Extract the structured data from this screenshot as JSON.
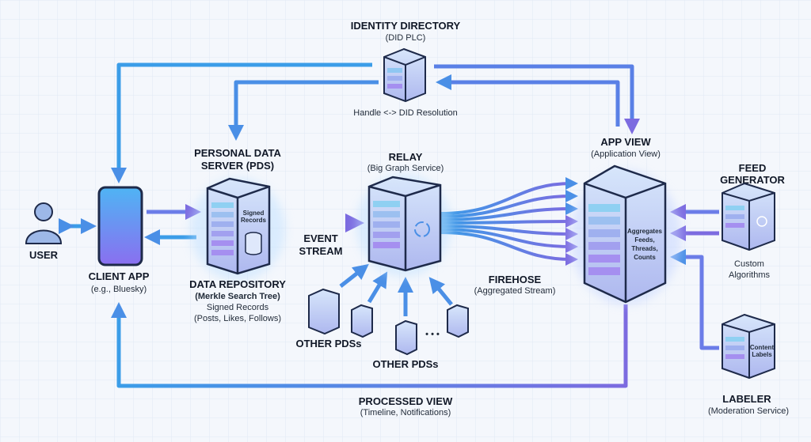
{
  "colors": {
    "blue": "#3b9de8",
    "purple": "#7c6be0",
    "server_fill": "#c7d6f5",
    "outline": "#1e2a4a",
    "grid": "#e1e8f4"
  },
  "identity": {
    "title": "IDENTITY DIRECTORY",
    "subtitle": "(DID PLC)",
    "caption": "Handle <-> DID Resolution"
  },
  "user": {
    "label": "USER"
  },
  "client": {
    "title": "CLIENT APP",
    "subtitle": "(e.g., Bluesky)"
  },
  "pds": {
    "title_line1": "PERSONAL DATA",
    "title_line2": "SERVER (PDS)",
    "badge_line1": "Signed",
    "badge_line2": "Records",
    "repo_title": "DATA REPOSITORY",
    "repo_sub": "(Merkle Search Tree)",
    "repo_line1": "Signed Records",
    "repo_line2": "(Posts, Likes, Follows)"
  },
  "event_stream": {
    "line1": "EVENT",
    "line2": "STREAM"
  },
  "relay": {
    "title": "RELAY",
    "subtitle": "(Big Graph Service)"
  },
  "other_pds": {
    "label_left": "OTHER PDSs",
    "label_center": "OTHER PDSs",
    "ellipsis": "• • •"
  },
  "firehose": {
    "title": "FIREHOSE",
    "subtitle": "(Aggregated Stream)"
  },
  "appview": {
    "title": "APP VIEW",
    "subtitle": "(Application View)",
    "badge": [
      "Aggregates",
      "Feeds,",
      "Threads,",
      "Counts"
    ]
  },
  "feedgen": {
    "title_line1": "FEED",
    "title_line2": "GENERATOR",
    "caption_line1": "Custom",
    "caption_line2": "Algorithms"
  },
  "labeler": {
    "title": "LABELER",
    "subtitle": "(Moderation Service)",
    "badge_line1": "Content",
    "badge_line2": "Labels"
  },
  "processed": {
    "title": "PROCESSED VIEW",
    "subtitle": "(Timeline, Notifications)"
  }
}
